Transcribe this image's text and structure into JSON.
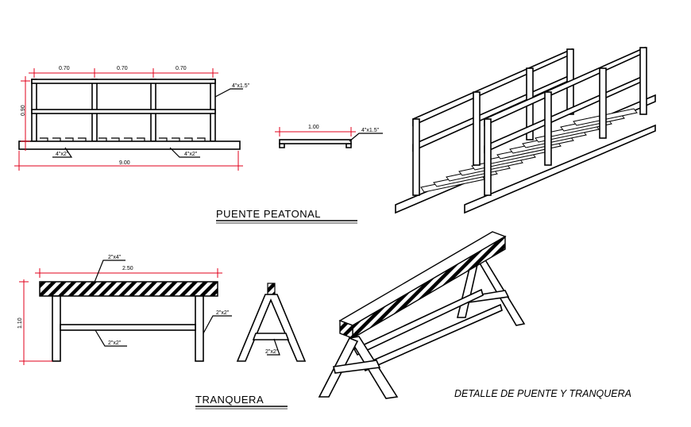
{
  "bridge": {
    "dims": {
      "span1": "0.70",
      "span2": "0.70",
      "span3": "0.70",
      "height": "0.90",
      "total": "9.00",
      "width": "1.00"
    },
    "labels": {
      "rail": "4\"x1.5\"",
      "deck_left": "4\"x2\"",
      "deck_right": "4\"x2\"",
      "section_rail": "4\"x1.5\""
    },
    "title": "PUENTE PEATONAL"
  },
  "barrier": {
    "dims": {
      "length": "2.50",
      "height": "1.10"
    },
    "labels": {
      "top_beam": "2\"x4\"",
      "leg": "2\"x2\"",
      "brace": "2\"x2\"",
      "side_brace": "2\"x2\""
    },
    "title": "TRANQUERA"
  },
  "caption": "DETALLE DE PUENTE Y TRANQUERA",
  "colors": {
    "line": "#000000",
    "dimension": "#e0001b",
    "background": "#ffffff"
  }
}
